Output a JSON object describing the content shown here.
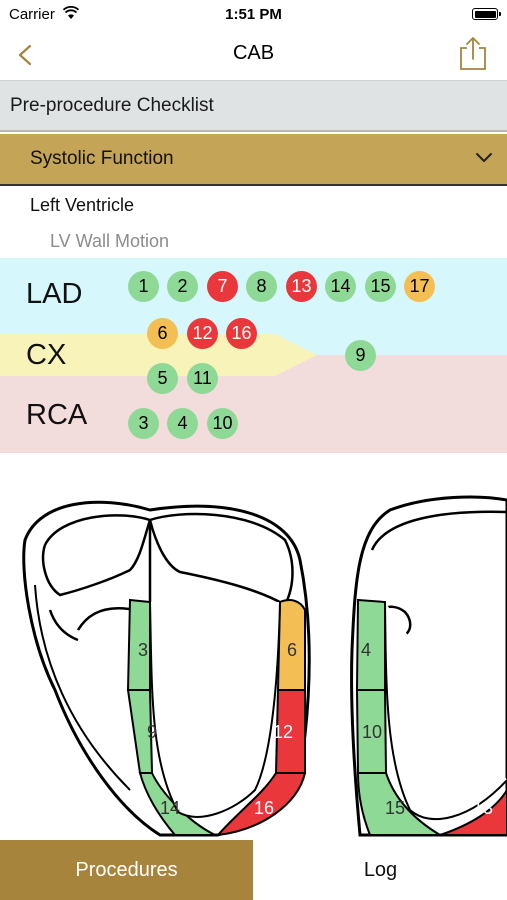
{
  "status_bar": {
    "carrier": "Carrier",
    "time": "1:51 PM"
  },
  "nav": {
    "title": "CAB",
    "back_icon": "chevron-left-icon",
    "share_icon": "share-icon",
    "accent_color": "#a6843b"
  },
  "checklist": {
    "label": "Pre-procedure Checklist"
  },
  "section": {
    "label": "Systolic Function",
    "icon": "chevron-down-icon",
    "color": "#c4a457"
  },
  "left_ventricle": {
    "label": "Left Ventricle",
    "sublabel": "LV Wall Motion"
  },
  "territories": {
    "lad": {
      "label": "LAD",
      "color": "#d6f7fb",
      "segments": [
        "1",
        "2",
        "7",
        "8",
        "13",
        "14",
        "15",
        "17"
      ]
    },
    "cx": {
      "label": "CX",
      "color": "#f8f3b8",
      "segments": [
        "6",
        "12",
        "16",
        "9",
        "5",
        "11"
      ]
    },
    "rca": {
      "label": "RCA",
      "color": "#f3dcdc",
      "segments": [
        "3",
        "4",
        "10"
      ]
    }
  },
  "segment_status_colors": {
    "normal": "#8fd996",
    "akinetic": "#e9373c",
    "hypokinetic": "#f3bf55"
  },
  "segment_status": {
    "1": "normal",
    "2": "normal",
    "3": "normal",
    "4": "normal",
    "5": "normal",
    "6": "hypokinetic",
    "7": "akinetic",
    "8": "normal",
    "9": "normal",
    "10": "normal",
    "11": "normal",
    "12": "akinetic",
    "13": "akinetic",
    "14": "normal",
    "15": "normal",
    "16": "akinetic",
    "17": "hypokinetic"
  },
  "heart_diagram": {
    "view1_segments": [
      "3",
      "9",
      "14",
      "6",
      "12",
      "16"
    ],
    "view2_segments": [
      "4",
      "10",
      "15",
      "13"
    ]
  },
  "tabs": {
    "procedures": "Procedures",
    "log": "Log"
  }
}
